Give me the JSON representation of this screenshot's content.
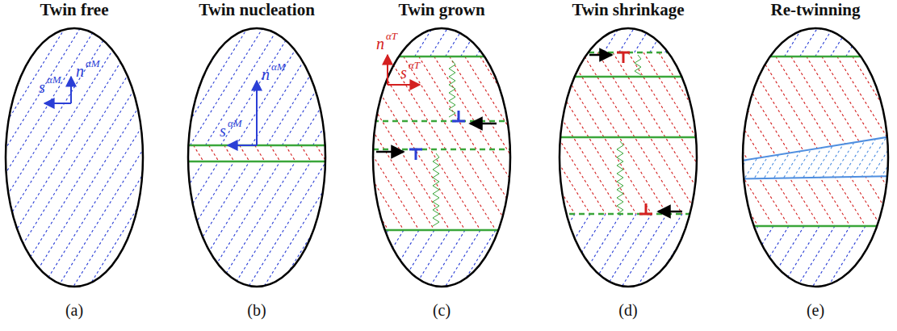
{
  "diagram": {
    "labels": [
      "Twin free",
      "Twin nucleation",
      "Twin grown",
      "Twin shrinkage",
      "Re-twinning",
      "n",
      "αM",
      "s",
      "αM",
      "n",
      "αM",
      "s",
      "αM",
      "n",
      "αT",
      "s",
      "αT",
      "(a)",
      "(b)",
      "(c)",
      "(d)",
      "(e)"
    ]
  }
}
